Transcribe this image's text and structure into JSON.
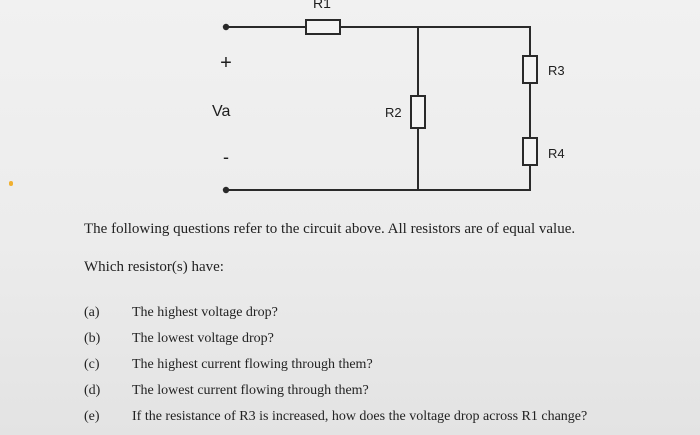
{
  "diagram": {
    "labels": {
      "r1": "R1",
      "r2": "R2",
      "r3": "R3",
      "r4": "R4",
      "plus": "+",
      "source": "Va",
      "minus": "-"
    }
  },
  "text": {
    "intro": "The following questions refer to the circuit above. All resistors are of equal value.",
    "prompt": "Which resistor(s) have:"
  },
  "questions": [
    {
      "label": "(a)",
      "text": "The highest voltage drop?"
    },
    {
      "label": "(b)",
      "text": "The lowest voltage drop?"
    },
    {
      "label": "(c)",
      "text": "The highest current flowing through them?"
    },
    {
      "label": "(d)",
      "text": "The lowest current flowing through them?"
    },
    {
      "label": "(e)",
      "text": "If the resistance of R3 is increased, how does the voltage drop across R1 change?"
    }
  ]
}
